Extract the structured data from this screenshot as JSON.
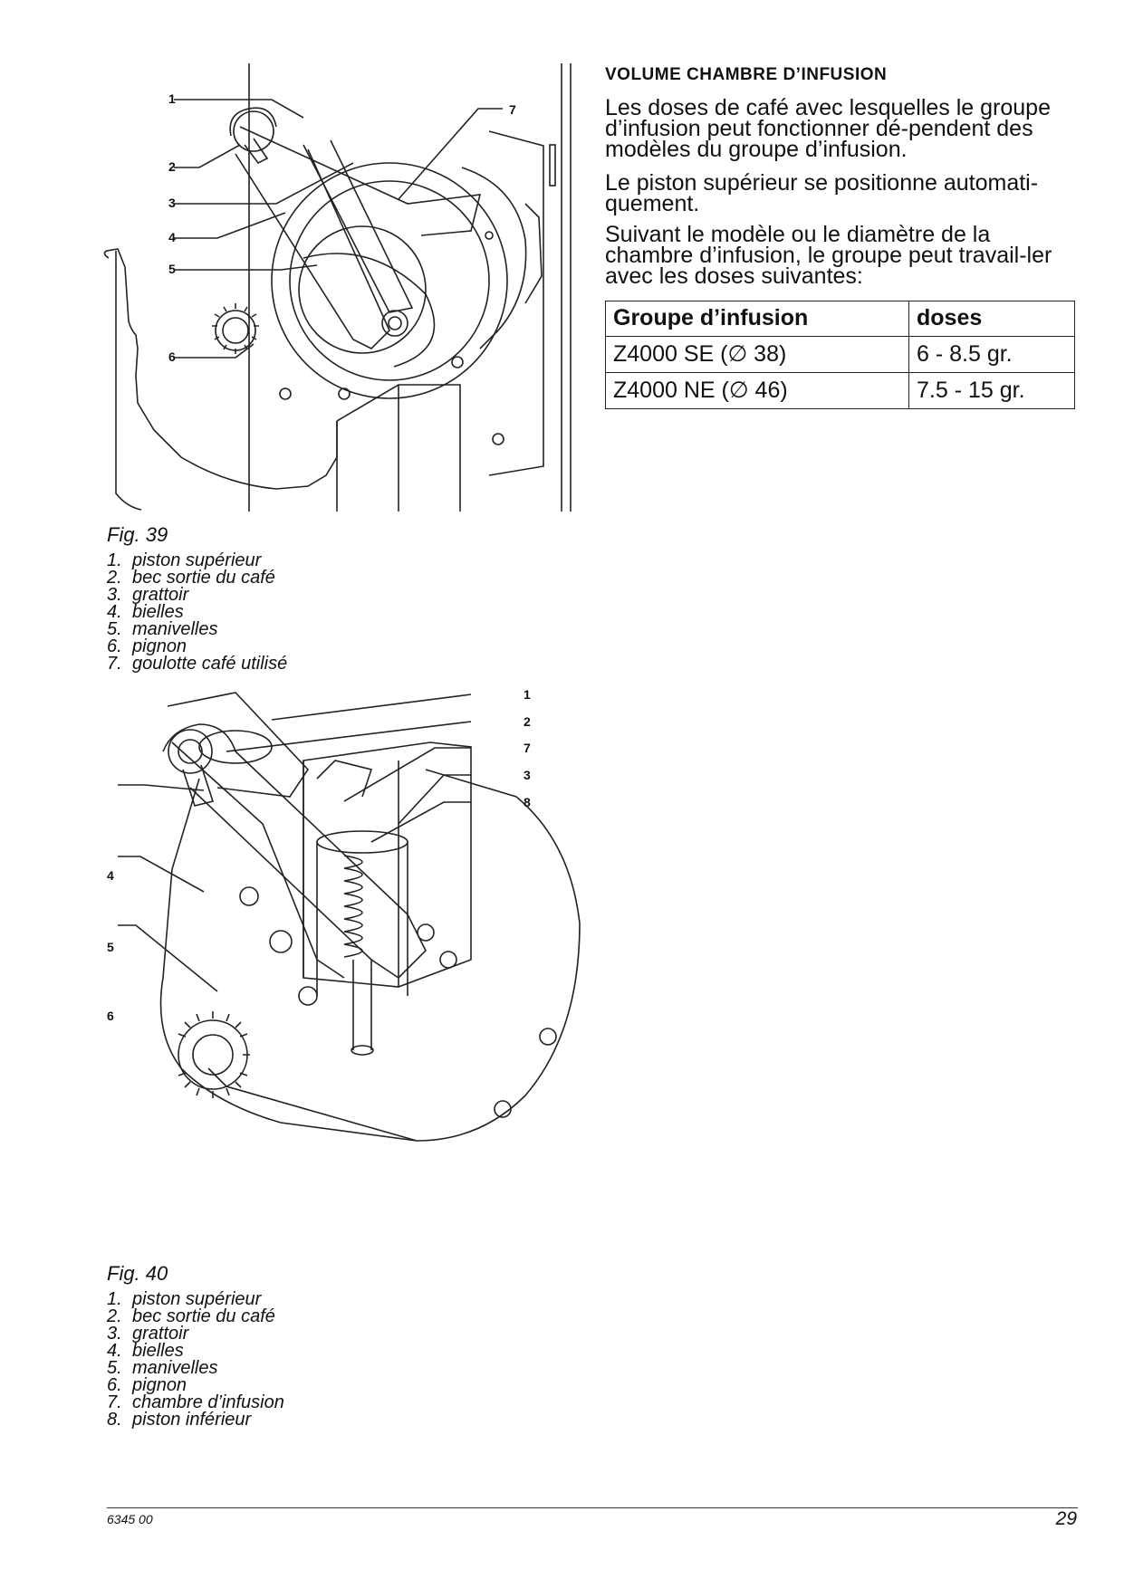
{
  "section": {
    "heading": "VOLUME CHAMBRE D’INFUSION",
    "paragraphs": [
      "Les doses de café avec lesquelles le groupe d’infusion peut fonctionner dé-pendent des modèles du groupe d’infusion.",
      "Le piston supérieur se positionne automati-quement.",
      "Suivant le modèle ou le diamètre de la chambre d’infusion, le groupe peut travail-ler avec les doses suivantes:"
    ]
  },
  "doses_table": {
    "headers": [
      "Groupe d’infusion",
      "doses"
    ],
    "rows": [
      [
        "Z4000 SE (∅ 38)",
        "6 - 8.5 gr."
      ],
      [
        "Z4000 NE (∅ 46)",
        "7.5 - 15 gr."
      ]
    ]
  },
  "fig39": {
    "caption": "Fig. 39",
    "callouts": [
      "1",
      "2",
      "3",
      "4",
      "5",
      "6",
      "7"
    ],
    "legend": [
      {
        "num": "1.",
        "text": "piston supérieur"
      },
      {
        "num": "2.",
        "text": "bec sortie du café"
      },
      {
        "num": "3.",
        "text": "grattoir"
      },
      {
        "num": "4.",
        "text": "bielles"
      },
      {
        "num": "5.",
        "text": "manivelles"
      },
      {
        "num": "6.",
        "text": "pignon"
      },
      {
        "num": "7.",
        "text": "goulotte café utilisé"
      }
    ]
  },
  "fig40": {
    "caption": "Fig. 40",
    "callouts": [
      "1",
      "2",
      "7",
      "3",
      "8",
      "4",
      "5",
      "6"
    ],
    "legend": [
      {
        "num": "1.",
        "text": "piston supérieur"
      },
      {
        "num": "2.",
        "text": "bec sortie du café"
      },
      {
        "num": "3.",
        "text": "grattoir"
      },
      {
        "num": "4.",
        "text": "bielles"
      },
      {
        "num": "5.",
        "text": "manivelles"
      },
      {
        "num": "6.",
        "text": "pignon"
      },
      {
        "num": "7.",
        "text": "chambre d’infusion"
      },
      {
        "num": "8.",
        "text": "piston inférieur"
      }
    ]
  },
  "footer": {
    "doc_number": "6345 00",
    "page_number": "29"
  }
}
